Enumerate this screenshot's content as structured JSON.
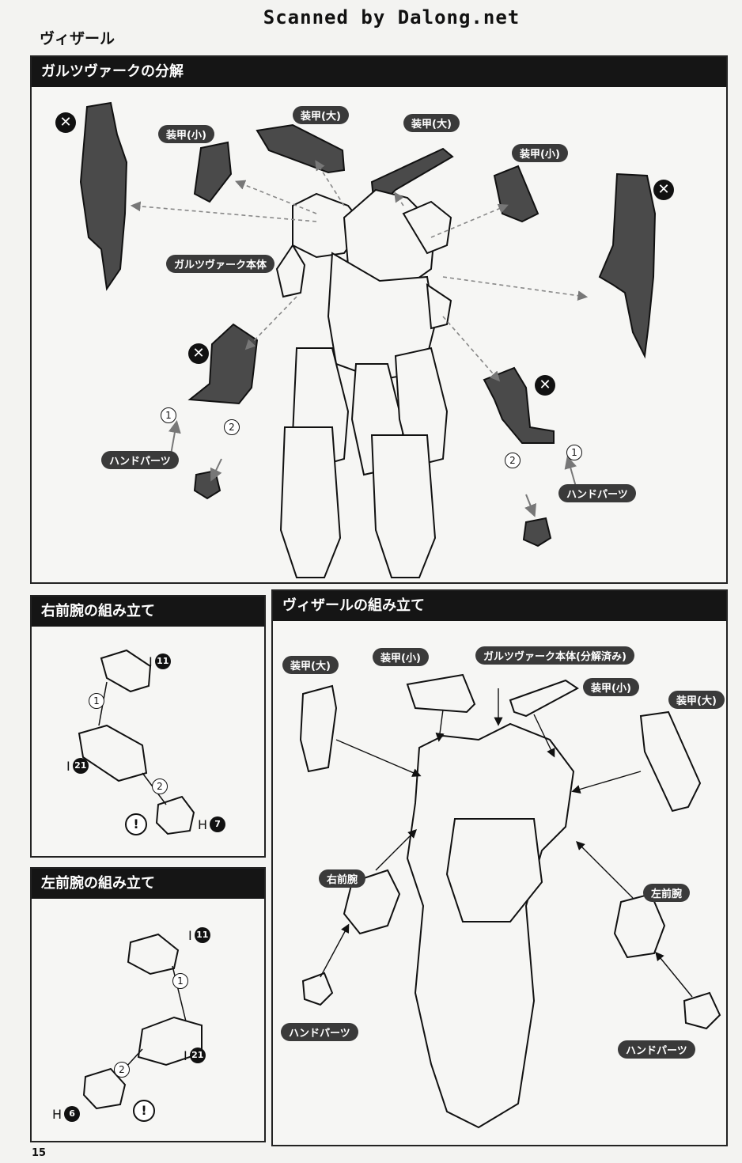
{
  "watermark": "Scanned by Dalong.net",
  "page_title": "ヴィザール",
  "page_number": "15",
  "panel_top": {
    "title": "ガルツヴァークの分解",
    "labels": {
      "armor_small_left": "装甲(小)",
      "armor_large_left": "装甲(大)",
      "armor_large_right": "装甲(大)",
      "armor_small_right": "装甲(小)",
      "body": "ガルツヴァーク本体",
      "hand_left": "ハンドパーツ",
      "hand_right": "ハンドパーツ"
    },
    "steps": [
      "1",
      "2",
      "2",
      "1"
    ]
  },
  "panel_right_arm": {
    "title": "右前腕の組み立て",
    "parts": [
      {
        "letter": "I",
        "number": "11"
      },
      {
        "letter": "I",
        "number": "21"
      },
      {
        "letter": "H",
        "number": "7"
      }
    ],
    "steps": [
      "1",
      "2"
    ],
    "warning": "!"
  },
  "panel_left_arm": {
    "title": "左前腕の組み立て",
    "parts": [
      {
        "letter": "I",
        "number": "11"
      },
      {
        "letter": "I",
        "number": "21"
      },
      {
        "letter": "H",
        "number": "6"
      }
    ],
    "steps": [
      "1",
      "2"
    ],
    "warning": "!"
  },
  "panel_assembly": {
    "title": "ヴィザールの組み立て",
    "labels": {
      "armor_large_left": "装甲(大)",
      "armor_small_left": "装甲(小)",
      "body_disassembled": "ガルツヴァーク本体(分解済み)",
      "armor_small_right": "装甲(小)",
      "armor_large_right": "装甲(大)",
      "right_forearm": "右前腕",
      "left_forearm": "左前腕",
      "hand_left": "ハンドパーツ",
      "hand_right": "ハンドパーツ"
    }
  },
  "colors": {
    "header_bg": "#151515",
    "part_fill": "#4a4a4a",
    "line": "#222222"
  }
}
